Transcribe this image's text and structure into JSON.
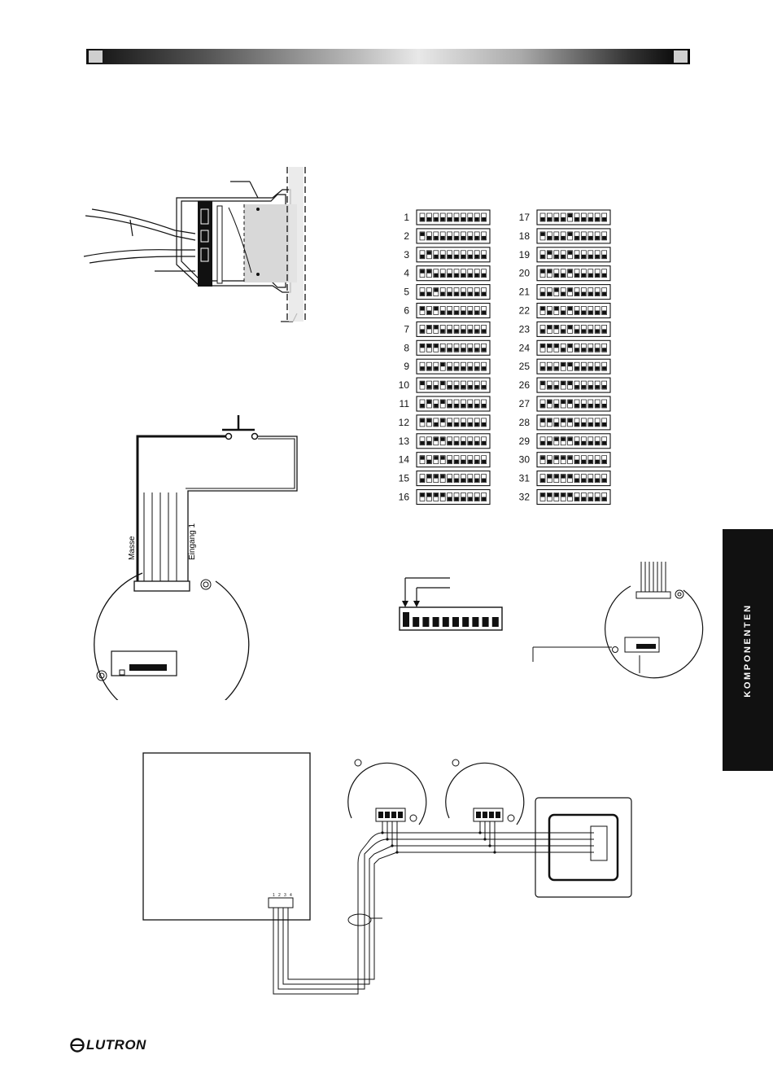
{
  "side_tab": {
    "label": "KOMPONENTEN"
  },
  "logo": {
    "text": "LUTRON"
  },
  "wiring_diagram": {
    "label_ground": "Masse",
    "label_input": "Eingang 1"
  },
  "bus_terminals": [
    "1",
    "2",
    "3",
    "4"
  ],
  "dip_table": {
    "left_column": [
      "1",
      "2",
      "3",
      "4",
      "5",
      "6",
      "7",
      "8",
      "9",
      "10",
      "11",
      "12",
      "13",
      "14",
      "15",
      "16"
    ],
    "right_column": [
      "17",
      "18",
      "19",
      "20",
      "21",
      "22",
      "23",
      "24",
      "25",
      "26",
      "27",
      "28",
      "29",
      "30",
      "31",
      "32"
    ]
  },
  "colors": {
    "ink": "#111111",
    "shade": "#d8d8d8",
    "tab": "#111111"
  }
}
